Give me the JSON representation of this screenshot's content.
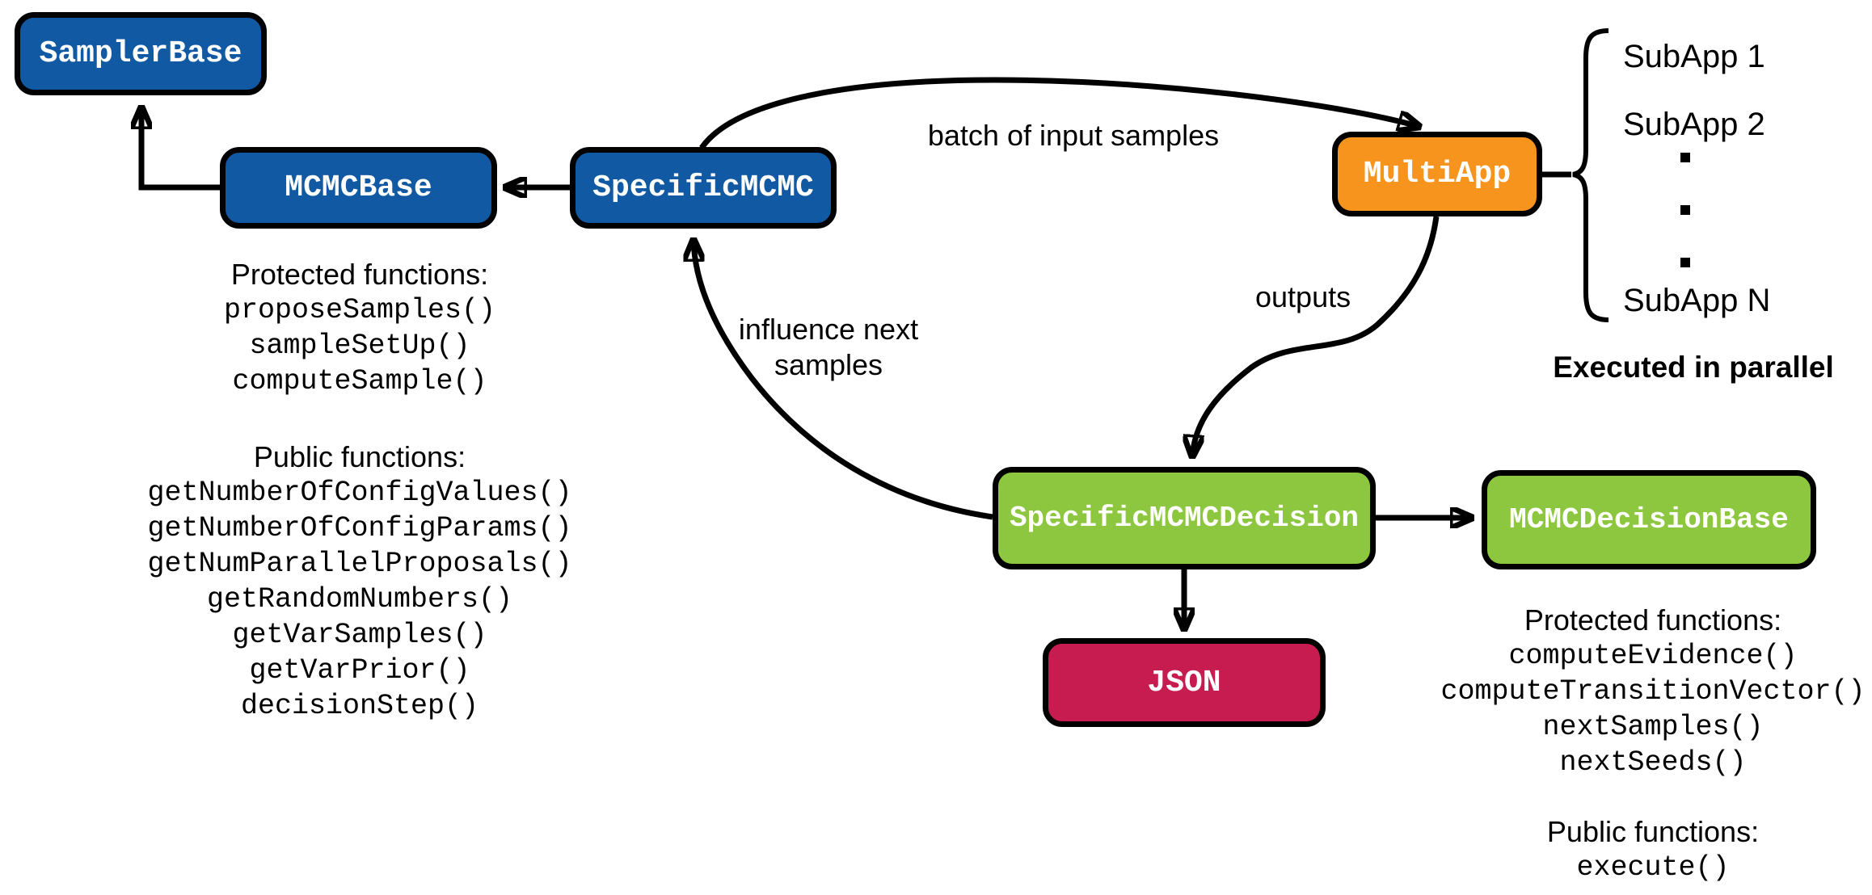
{
  "diagram": {
    "boxes": {
      "sampler_base": {
        "label": "SamplerBase",
        "color": "#1159A3"
      },
      "mcmc_base": {
        "label": "MCMCBase",
        "color": "#1159A3"
      },
      "specific_mcmc": {
        "label": "SpecificMCMC",
        "color": "#1159A3"
      },
      "multi_app": {
        "label": "MultiApp",
        "color": "#F7941E"
      },
      "specific_mcmc_decision": {
        "label": "SpecificMCMCDecision",
        "color": "#8DC63F"
      },
      "mcmc_decision_base": {
        "label": "MCMCDecisionBase",
        "color": "#8DC63F"
      },
      "json": {
        "label": "JSON",
        "color": "#C61C4F"
      }
    },
    "edge_labels": {
      "batch": "batch of input samples",
      "outputs": "outputs",
      "influence_line1": "influence next",
      "influence_line2": "samples"
    },
    "subapps": {
      "items": [
        "SubApp 1",
        "SubApp 2",
        "SubApp N"
      ],
      "note": "Executed in parallel"
    },
    "mcmc_base_panel": {
      "protected_heading": "Protected functions:",
      "protected_items": [
        "proposeSamples()",
        "sampleSetUp()",
        "computeSample()"
      ],
      "public_heading": "Public functions:",
      "public_items": [
        "getNumberOfConfigValues()",
        "getNumberOfConfigParams()",
        "getNumParallelProposals()",
        "getRandomNumbers()",
        "getVarSamples()",
        "getVarPrior()",
        "decisionStep()"
      ]
    },
    "decision_base_panel": {
      "protected_heading": "Protected functions:",
      "protected_items": [
        "computeEvidence()",
        "computeTransitionVector()",
        "nextSamples()",
        "nextSeeds()"
      ],
      "public_heading": "Public functions:",
      "public_items": [
        "execute()"
      ]
    },
    "colors": {
      "class_blue": "#1159A3",
      "app_orange": "#F7941E",
      "decision_green": "#8DC63F",
      "json_red": "#C61C4F",
      "edge_black": "#000000"
    }
  }
}
